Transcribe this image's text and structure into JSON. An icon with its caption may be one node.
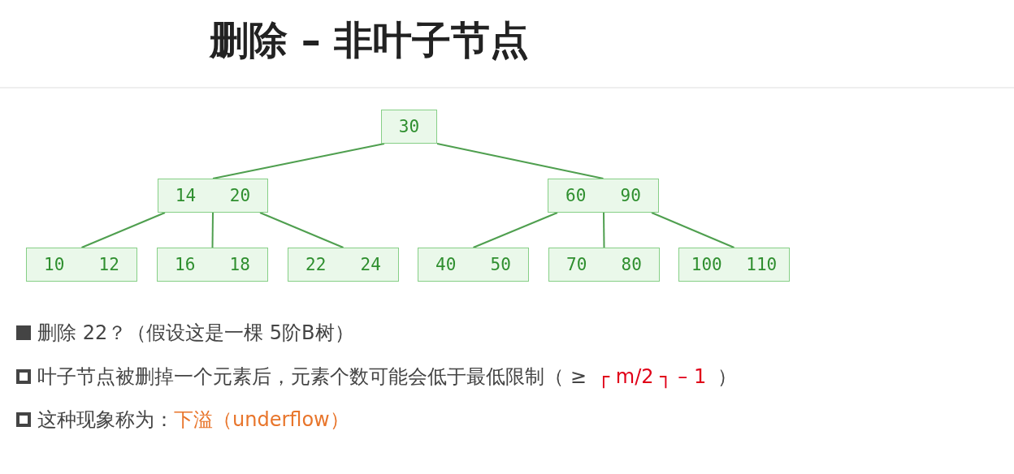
{
  "diagram": {
    "title": "删除 – 非叶子节点",
    "nodes": [
      {
        "text": [
          "30"
        ]
      },
      {
        "text": [
          "14",
          "20"
        ]
      },
      {
        "text": [
          "60",
          "90"
        ]
      },
      {
        "text": [
          "10",
          "12"
        ]
      },
      {
        "text": [
          "16",
          "18"
        ]
      },
      {
        "text": [
          "22",
          "24"
        ]
      },
      {
        "text": [
          "40",
          "50"
        ]
      },
      {
        "text": [
          "70",
          "80"
        ]
      },
      {
        "text": [
          "100",
          "110"
        ]
      }
    ],
    "edges": [
      {
        "from": 0,
        "to": 1,
        "arrow": "none"
      },
      {
        "from": 0,
        "to": 2,
        "arrow": "none"
      },
      {
        "from": 1,
        "to": 3,
        "arrow": "none"
      },
      {
        "from": 1,
        "to": 4,
        "arrow": "none"
      },
      {
        "from": 1,
        "to": 5,
        "arrow": "none"
      },
      {
        "from": 2,
        "to": 6,
        "arrow": "none"
      },
      {
        "from": 2,
        "to": 7,
        "arrow": "none"
      },
      {
        "from": 2,
        "to": 8,
        "arrow": "none"
      }
    ],
    "labels": [
      "删除 22？（假设这是一棵 5阶B树）",
      "叶子节点被删掉一个元素后，元素个数可能会低于最低限制（ ≥",
      "┌ m/2 ┐ – 1",
      "）",
      "这种现象称为：",
      "下溢（underflow）"
    ]
  }
}
